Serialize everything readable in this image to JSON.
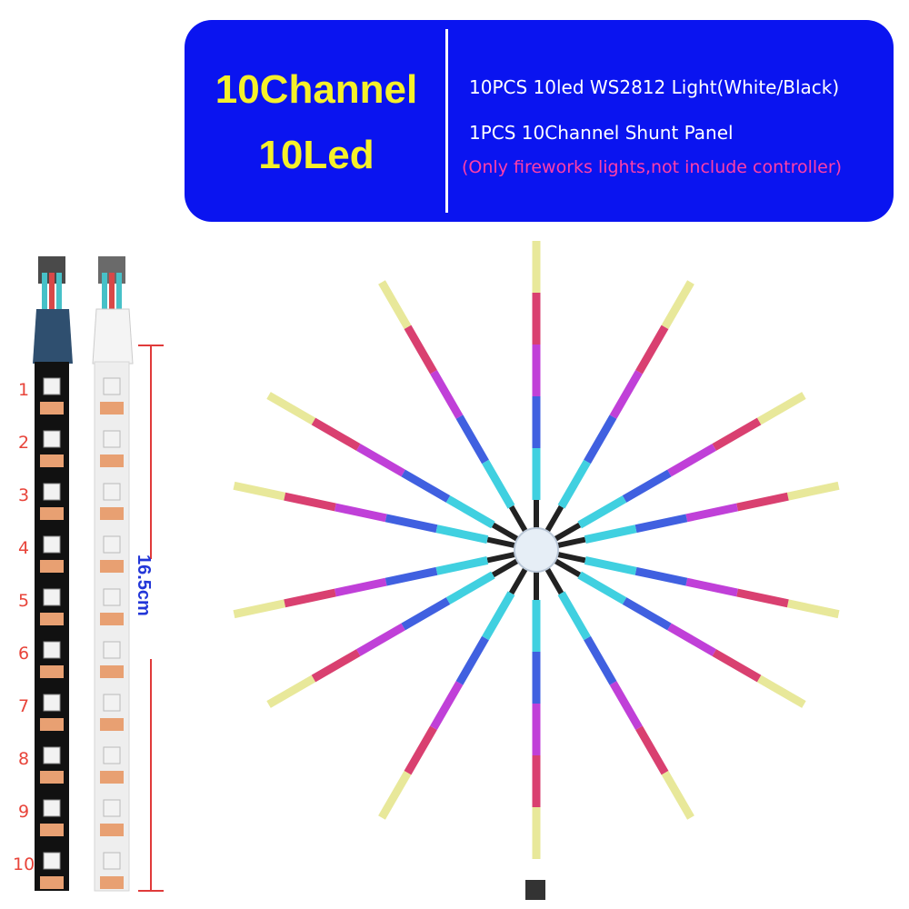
{
  "banner": {
    "title_line1": "10Channel",
    "title_line2": "10Led",
    "info_line1": "10PCS 10led WS2812 Light(White/Black)",
    "info_line2": "1PCS 10Channel Shunt Panel",
    "note": "(Only fireworks lights,not include controller)"
  },
  "led_numbers": [
    "1",
    "2",
    "3",
    "4",
    "5",
    "6",
    "7",
    "8",
    "9",
    "10"
  ],
  "dimension_label": "16.5cm",
  "colors": {
    "banner_bg": "#0a14f0",
    "title_yellow": "#f5f02a",
    "note_pink": "#ff3fa8",
    "number_red": "#e8443a",
    "dimension_blue": "#2236d8",
    "dimension_line": "#e03a3a"
  }
}
